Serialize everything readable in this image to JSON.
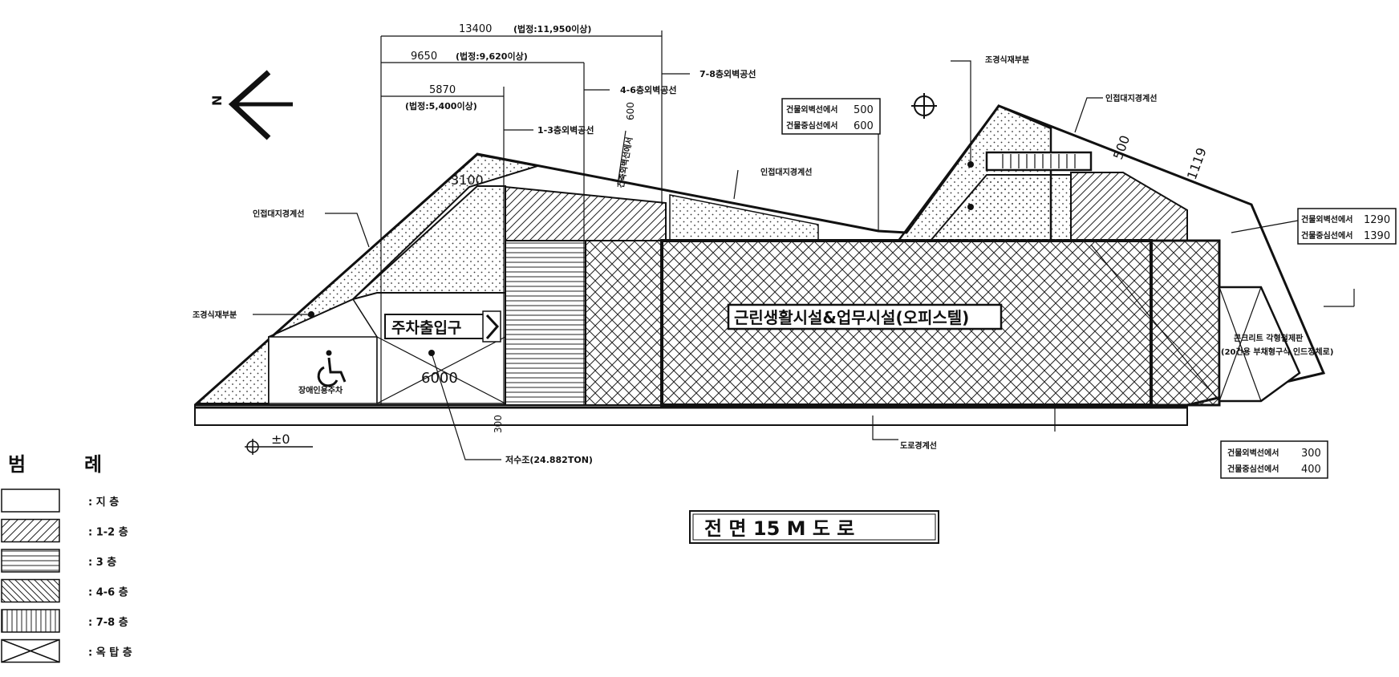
{
  "dimensions": {
    "d13400": "13400",
    "d13400_note": "(법정:11,950이상)",
    "d9650": "9650",
    "d9650_note": "(법정:9,620이상)",
    "d5870": "5870",
    "d5870_note": "(법정:5,400이상)",
    "d3100": "3100",
    "d6000": "6000",
    "d300": "300",
    "d600": "600",
    "d500": "500",
    "d1119": "1119"
  },
  "callouts": {
    "line_7_8": "7-8층외벽공선",
    "line_4_6": "4-6층외벽공선",
    "line_1_3": "1-3층외벽공선",
    "vertical_note": "건축외벽선에서",
    "adjacent_left": "인접대지경계선",
    "adjacent_mid": "인접대지경계선",
    "adjacent_right": "인접대지경계선",
    "landscape_left": "조경식재부분",
    "landscape_top": "조경식재부분",
    "road_line": "도로경계선",
    "water_tank": "저수조(24.882TON)",
    "disabled_parking": "장애인용주차",
    "parking_entrance": "주차출입구",
    "building_use": "근린생활시설&업무시설(오피스텔)",
    "concrete_note_1": "콘크리트 각형철제판",
    "concrete_note_2": "(20건용 부채형구식 인드정체로)",
    "level_mark": "±0"
  },
  "setback_boxes": {
    "top": {
      "l1": "건물외벽선에서",
      "v1": "500",
      "l2": "건물중심선에서",
      "v2": "600"
    },
    "right": {
      "l1": "건물외벽선에서",
      "v1": "1290",
      "l2": "건물중심선에서",
      "v2": "1390"
    },
    "bottom": {
      "l1": "건물외벽선에서",
      "v1": "300",
      "l2": "건물중심선에서",
      "v2": "400"
    }
  },
  "north": "N",
  "road_title": "전 면 15 M 도 로",
  "legend": {
    "title_1": "범",
    "title_2": "례",
    "items": [
      {
        "pattern": "none",
        "label": ": 지 층"
      },
      {
        "pattern": "diag",
        "label": ": 1-2 층"
      },
      {
        "pattern": "horiz",
        "label": ": 3   층"
      },
      {
        "pattern": "diagdense",
        "label": ": 4-6 층"
      },
      {
        "pattern": "vert",
        "label": ": 7-8 층"
      },
      {
        "pattern": "cross",
        "label": ": 옥 탑 층"
      }
    ]
  }
}
